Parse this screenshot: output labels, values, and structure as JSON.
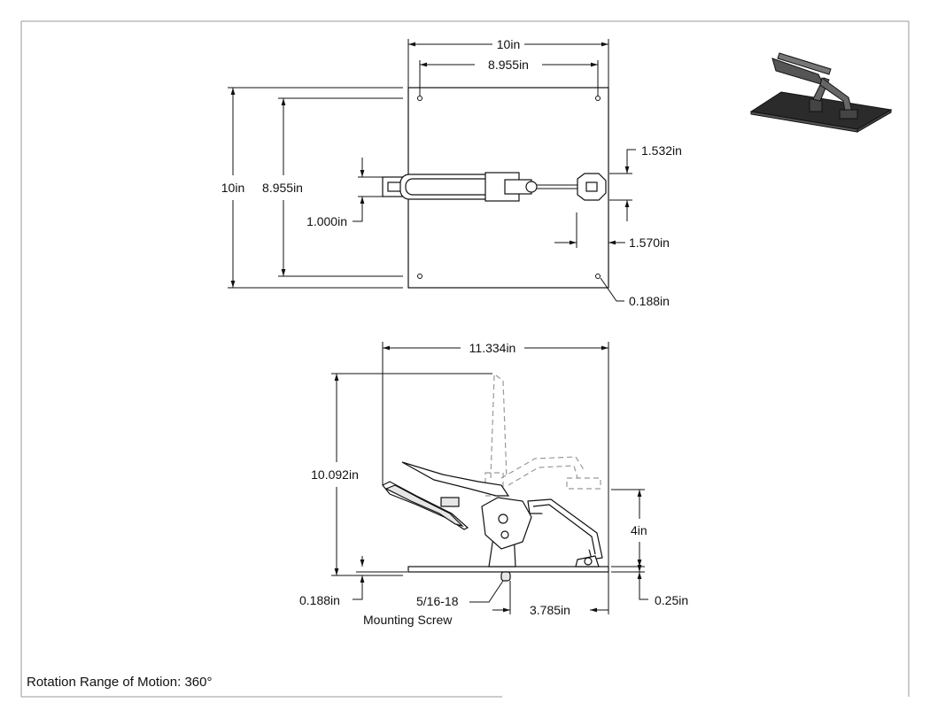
{
  "top_view": {
    "width_outer": "10in",
    "width_holes": "8.955in",
    "height_outer": "10in",
    "height_holes": "8.955in",
    "arm_offset": "1.532in",
    "bar_width": "1.000in",
    "tip_offset": "1.570in",
    "hole_dia": "0.188in"
  },
  "side_view": {
    "length_overall": "11.334in",
    "height_overall": "10.092in",
    "clamp_height": "4in",
    "plate_thickness": "0.188in",
    "screw_label_1": "5/16-18",
    "screw_label_2": "Mounting Screw",
    "screw_to_edge": "3.785in",
    "pad_height": "0.25in"
  },
  "footer": {
    "caption": "Rotation Range of Motion: 360°"
  }
}
